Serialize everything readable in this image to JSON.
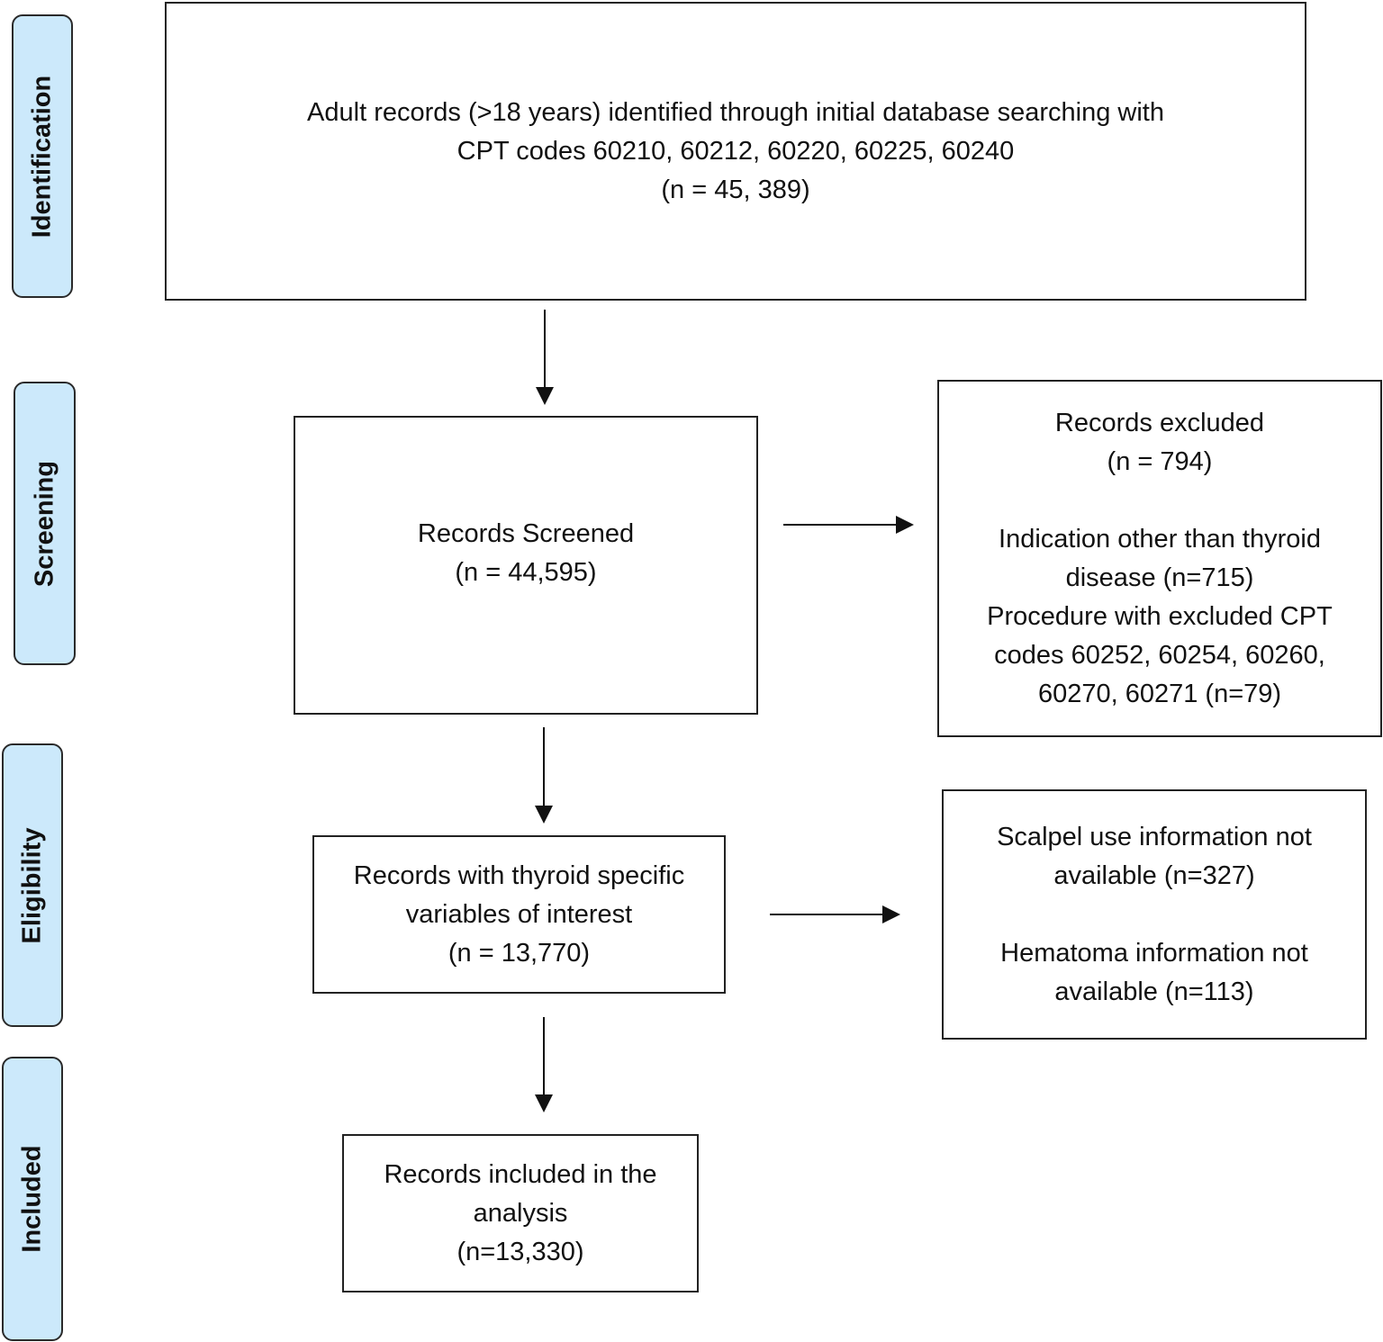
{
  "stages": {
    "identification": "Identification",
    "screening": "Screening",
    "eligibility": "Eligibility",
    "included": "Included"
  },
  "boxes": {
    "identified": {
      "line1": "Adult records (>18 years) identified through initial database searching with",
      "line2": "CPT codes 60210, 60212, 60220, 60225, 60240",
      "count": "(n = 45, 389)"
    },
    "screened": {
      "title": "Records Screened",
      "count": "(n = 44,595)"
    },
    "excluded": {
      "title": "Records excluded",
      "count": "(n = 794)",
      "reason1_line1": "Indication other than thyroid",
      "reason1_line2": "disease (n=715)",
      "reason2_line1": "Procedure with excluded CPT",
      "reason2_line2": "codes 60252, 60254, 60260,",
      "reason2_line3": "60270, 60271 (n=79)"
    },
    "eligible": {
      "line1": "Records with thyroid specific",
      "line2": "variables of interest",
      "count": "(n = 13,770)"
    },
    "ineligible": {
      "reason1_line1": "Scalpel use information not",
      "reason1_line2": "available (n=327)",
      "reason2_line1": "Hematoma information not",
      "reason2_line2": "available (n=113)"
    },
    "included": {
      "line1": "Records included in the",
      "line2": "analysis",
      "count": "(n=13,330)"
    }
  }
}
